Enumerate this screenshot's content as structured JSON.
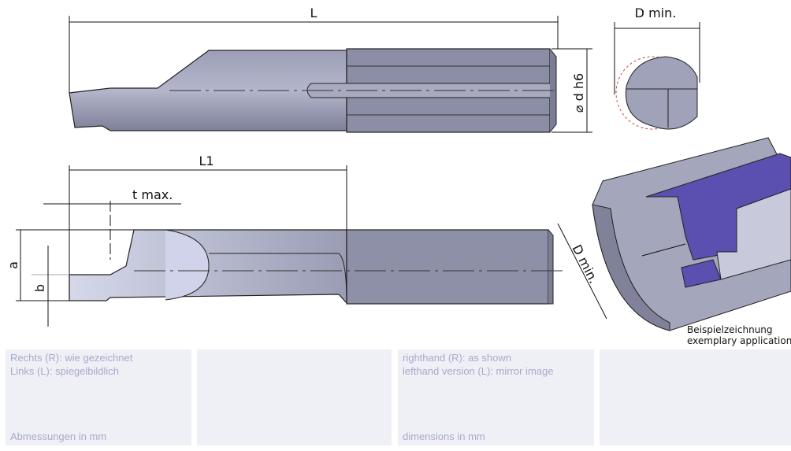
{
  "drawing": {
    "label_L": "L",
    "label_D_min_top": "D min.",
    "label_d_h6": "⌀ d h6",
    "label_L1": "L1",
    "label_t_max": "t max.",
    "label_a": "a",
    "label_b": "b",
    "label_D_min_section": "D min.",
    "caption_de": "Beispielzeichnung",
    "caption_en": "exemplary application"
  },
  "panels": {
    "de_line1": "Rechts (R): wie gezeichnet",
    "de_line2": "Links (L): spiegelbildlich",
    "de_units": "Abmessungen in mm",
    "en_line1": "righthand (R): as shown",
    "en_line2": "lefthand version (L): mirror image",
    "en_units": "dimensions in mm"
  },
  "colors": {
    "tool": "#8e90a8",
    "tool_light": "#c9cbe0",
    "section": "#5b4fb0",
    "panel_bg": "#eff0f6",
    "panel_text": "#a6aacb"
  }
}
